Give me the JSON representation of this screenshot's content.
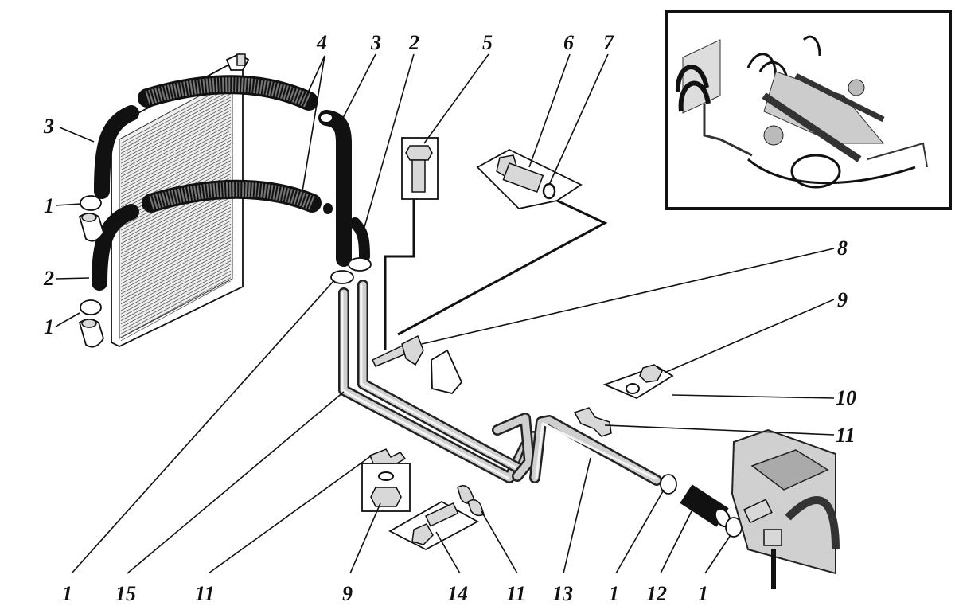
{
  "diagram": {
    "title": "Cooling system piping — exploded parts view",
    "inset": {
      "description": "Overview of complete pipe and hose routing on the engine"
    },
    "callouts": [
      {
        "id": "c-4-top",
        "label": "4",
        "part": "corrugated-hose"
      },
      {
        "id": "c-3-top",
        "label": "3",
        "part": "upper-hose"
      },
      {
        "id": "c-2-top",
        "label": "2",
        "part": "lower-hose"
      },
      {
        "id": "c-5",
        "label": "5",
        "part": "bolt"
      },
      {
        "id": "c-6",
        "label": "6",
        "part": "bolt"
      },
      {
        "id": "c-7",
        "label": "7",
        "part": "spring-washer"
      },
      {
        "id": "c-3-left",
        "label": "3",
        "part": "upper-hose"
      },
      {
        "id": "c-1-left-a",
        "label": "1",
        "part": "hose-clamp"
      },
      {
        "id": "c-2-left",
        "label": "2",
        "part": "lower-hose"
      },
      {
        "id": "c-1-left-b",
        "label": "1",
        "part": "hose-clamp"
      },
      {
        "id": "c-8",
        "label": "8",
        "part": "bracket"
      },
      {
        "id": "c-9-right",
        "label": "9",
        "part": "nut"
      },
      {
        "id": "c-10",
        "label": "10",
        "part": "washer"
      },
      {
        "id": "c-11-right",
        "label": "11",
        "part": "pipe-clip"
      },
      {
        "id": "c-1-b1",
        "label": "1",
        "part": "hose-clamp"
      },
      {
        "id": "c-15",
        "label": "15",
        "part": "pipe"
      },
      {
        "id": "c-11-b1",
        "label": "11",
        "part": "pipe-clip"
      },
      {
        "id": "c-9-bottom",
        "label": "9",
        "part": "nut"
      },
      {
        "id": "c-14",
        "label": "14",
        "part": "bolt"
      },
      {
        "id": "c-11-b2",
        "label": "11",
        "part": "pipe-clip"
      },
      {
        "id": "c-13",
        "label": "13",
        "part": "pipe"
      },
      {
        "id": "c-1-b2",
        "label": "1",
        "part": "hose-clamp"
      },
      {
        "id": "c-12",
        "label": "12",
        "part": "connecting-hose"
      },
      {
        "id": "c-1-b3",
        "label": "1",
        "part": "hose-clamp"
      }
    ]
  }
}
